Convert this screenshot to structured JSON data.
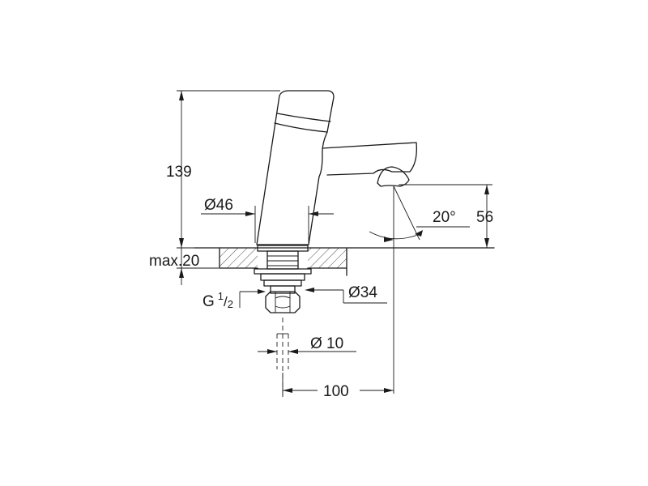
{
  "drawing": {
    "dimensions": {
      "height_total": "139",
      "spout_diameter": "Ø46",
      "max_thickness": "max.20",
      "angle": "20°",
      "outlet_height": "56",
      "thread_size": "G",
      "thread_num": "1",
      "thread_den": "2",
      "shank_diameter": "Ø34",
      "pipe_diameter": "Ø 10",
      "projection": "100"
    }
  }
}
